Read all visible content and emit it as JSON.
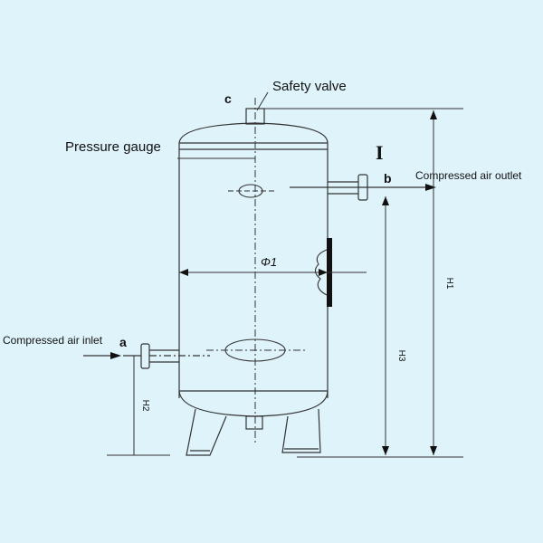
{
  "diagram": {
    "labels": {
      "safety_valve": "Safety valve",
      "pressure_gauge": "Pressure gauge",
      "compressed_air_outlet": "Compressed air outlet",
      "compressed_air_inlet": "Compressed air inlet",
      "port_c": "c",
      "port_b": "b",
      "port_a": "a",
      "view_mark": "I",
      "diameter": "Φ1",
      "h1": "H1",
      "h2": "H2",
      "h3": "H3"
    },
    "colors": {
      "background": "#dff3fb",
      "line": "#333333",
      "flange_plate": "#111111"
    }
  }
}
